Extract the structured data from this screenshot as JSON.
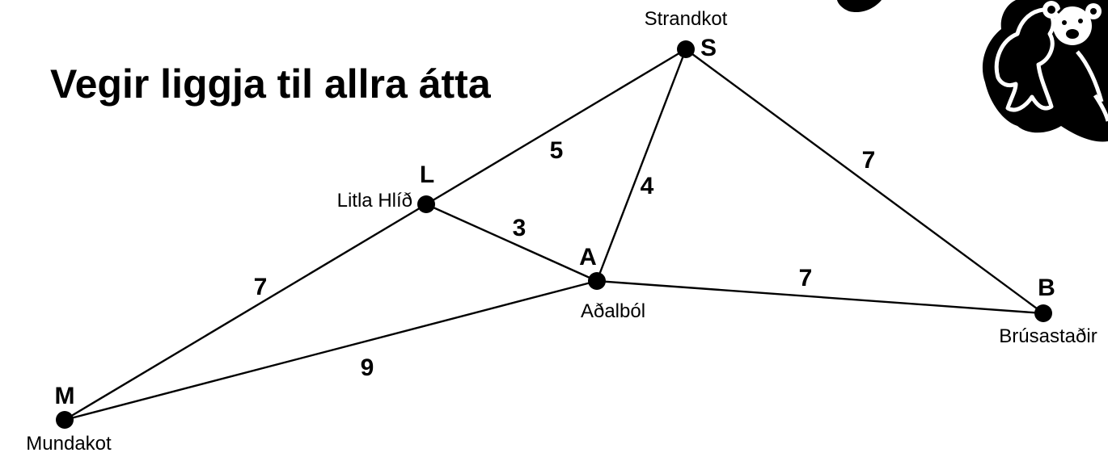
{
  "title": "Vegir liggja til allra átta",
  "nodes": {
    "S": {
      "letter": "S",
      "name": "Strandkot"
    },
    "L": {
      "letter": "L",
      "name": "Litla Hlíð"
    },
    "A": {
      "letter": "A",
      "name": "Aðalból"
    },
    "B": {
      "letter": "B",
      "name": "Brúsastaðir"
    },
    "M": {
      "letter": "M",
      "name": "Mundakot"
    }
  },
  "edges": [
    {
      "from": "L",
      "to": "S",
      "weight": "5"
    },
    {
      "from": "A",
      "to": "S",
      "weight": "4"
    },
    {
      "from": "S",
      "to": "B",
      "weight": "7"
    },
    {
      "from": "L",
      "to": "A",
      "weight": "3"
    },
    {
      "from": "A",
      "to": "B",
      "weight": "7"
    },
    {
      "from": "M",
      "to": "L",
      "weight": "7"
    },
    {
      "from": "M",
      "to": "A",
      "weight": "9"
    }
  ],
  "decoration": {
    "icon": "teddy-bear-icon"
  }
}
